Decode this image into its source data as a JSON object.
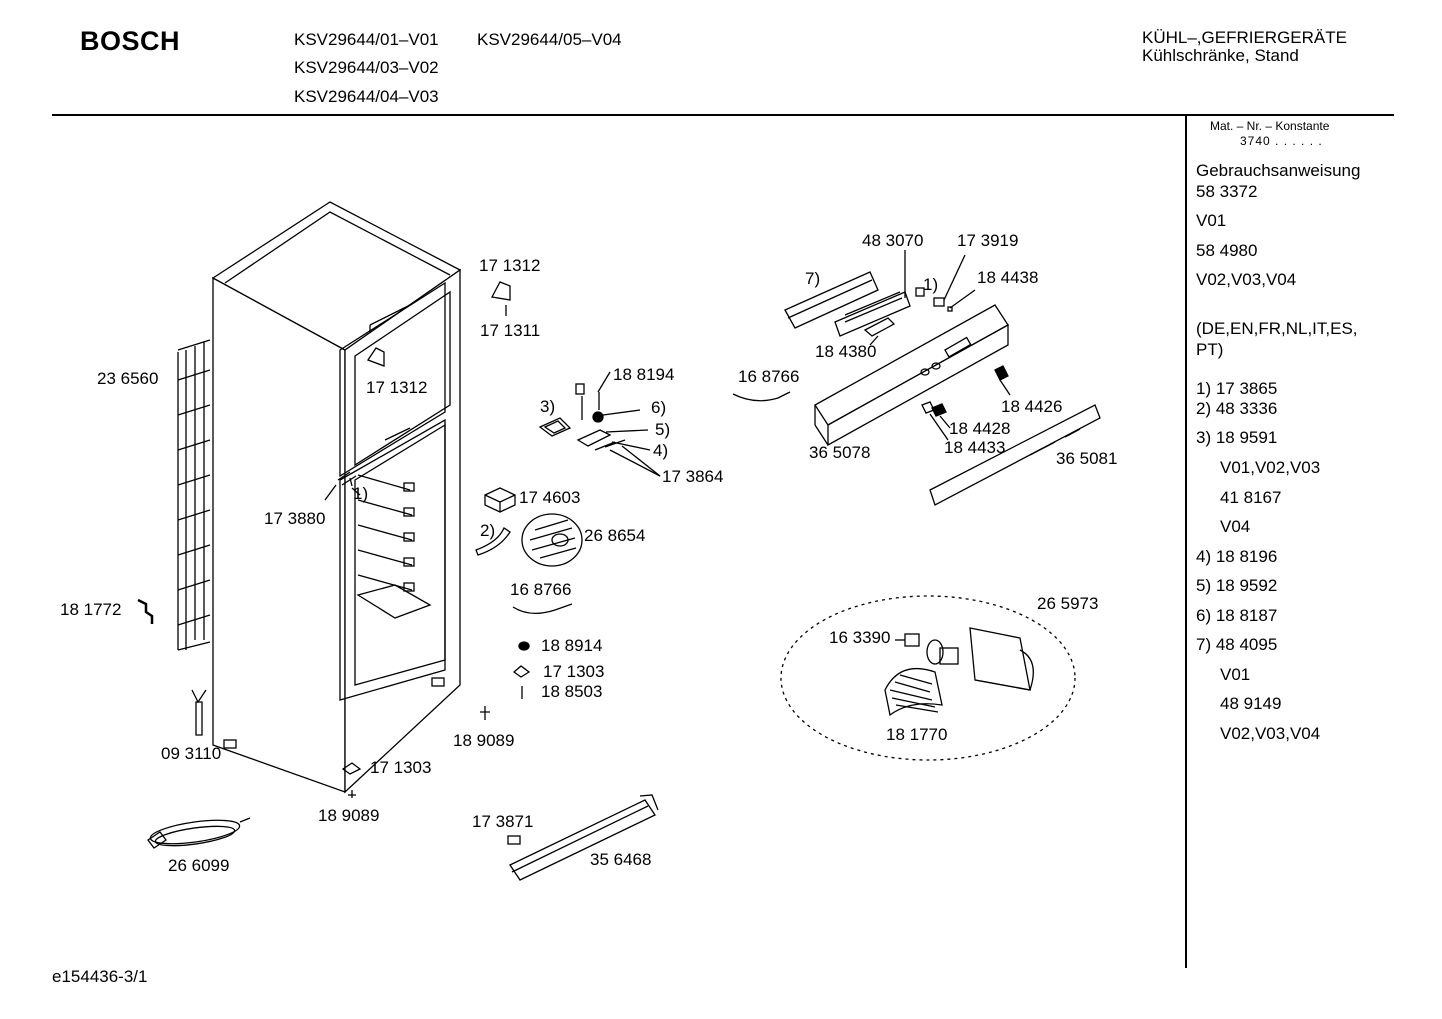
{
  "header": {
    "brand": "BOSCH",
    "models": [
      "KSV29644/01–V01",
      "KSV29644/05–V04",
      "KSV29644/03–V02",
      "KSV29644/04–V03"
    ],
    "category": "KÜHL–,GEFRIERGERÄTE",
    "subcategory": "Kühlschränke, Stand"
  },
  "sidebar": {
    "mat_label": "Mat. – Nr. – Konstante",
    "mat_value": "3740 . . . . . .",
    "lines": [
      "Gebrauchsanweisung",
      "58 3372",
      "V01",
      "58 4980",
      "V02,V03,V04",
      "(DE,EN,FR,NL,IT,ES,",
      "PT)",
      "1) 17 3865",
      "2) 48 3336",
      "3) 18 9591",
      "V01,V02,V03",
      "41 8167",
      "V04",
      "4) 18 8196",
      "5) 18 9592",
      "6) 18 8187",
      "7) 48 4095",
      "V01",
      "48 9149",
      "V02,V03,V04"
    ]
  },
  "parts": [
    "17 1312",
    "17 1311",
    "17 1312",
    "23 6560",
    "17 3880",
    "1)",
    "18 1772",
    "09 3110",
    "17 1303",
    "18 9089",
    "26 6099",
    "18 8194",
    "3)",
    "6)",
    "5)",
    "4)",
    "17 3864",
    "17 4603",
    "2)",
    "26 8654",
    "16 8766",
    "18 8914",
    "17 1303",
    "18 8503",
    "18 9089",
    "17 3871",
    "35 6468",
    "48 3070",
    "17 3919",
    "7)",
    "1)",
    "18 4438",
    "18 4380",
    "16 8766",
    "18 4426",
    "36 5078",
    "18 4428",
    "18 4433",
    "36 5081",
    "26 5973",
    "16 3390",
    "18 1770"
  ],
  "footer": {
    "code": "e154436-3/1"
  }
}
